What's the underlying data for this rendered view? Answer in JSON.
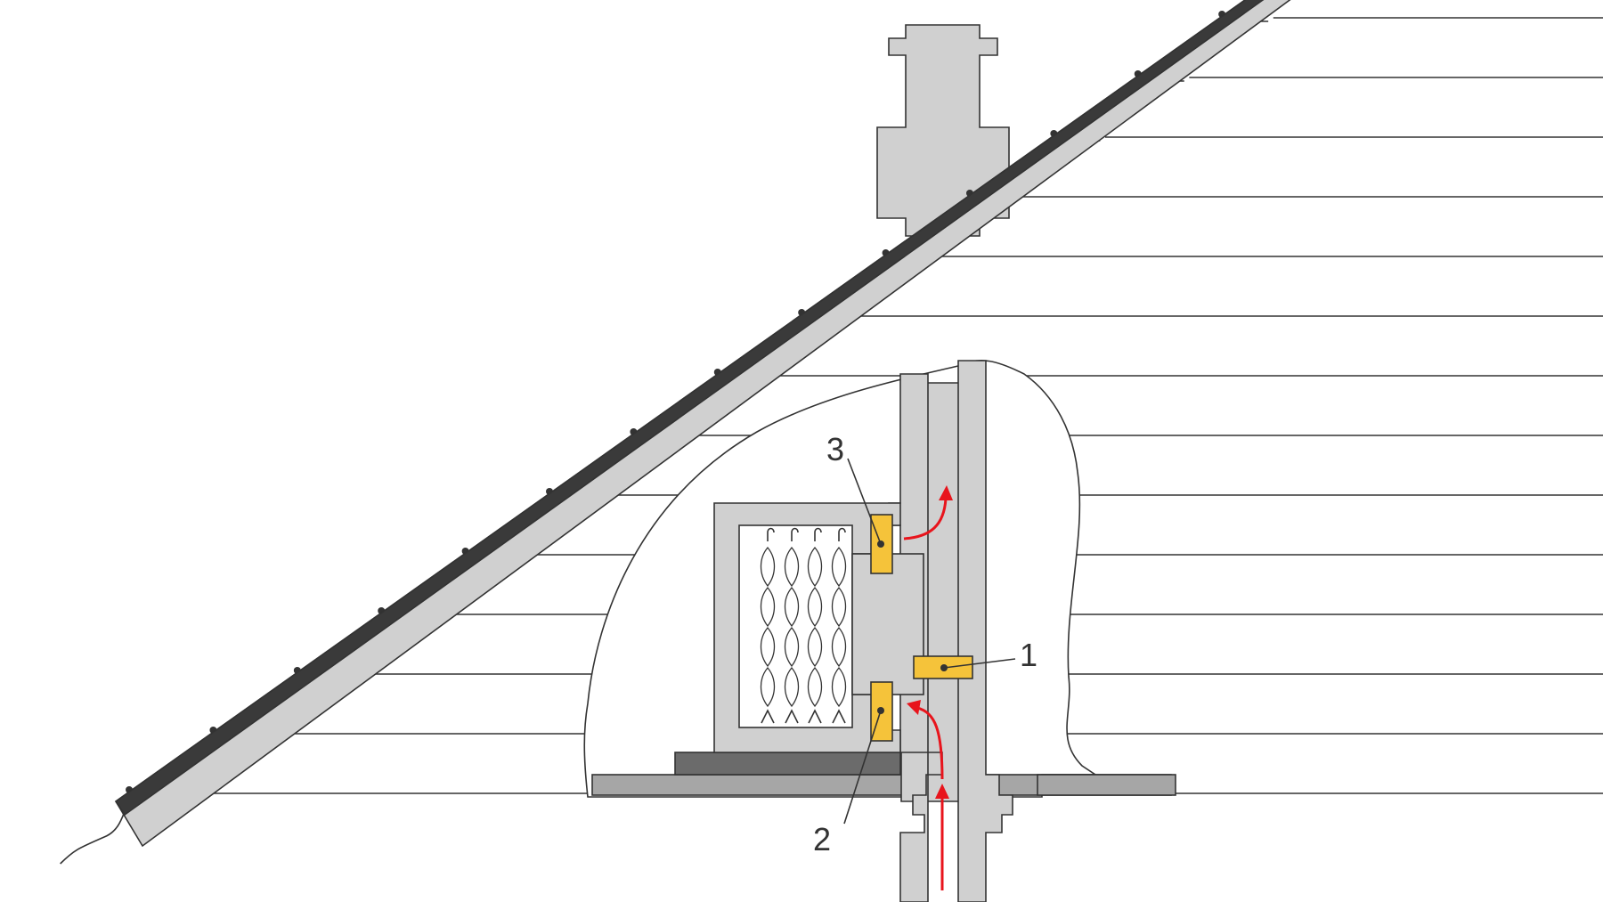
{
  "diagram": {
    "callouts": [
      {
        "id": "1",
        "label": "1",
        "target": "valve-right"
      },
      {
        "id": "2",
        "label": "2",
        "target": "valve-bottom"
      },
      {
        "id": "3",
        "label": "3",
        "target": "valve-top"
      }
    ],
    "colors": {
      "background": "#ffffff",
      "outline": "#333333",
      "light_grey": "#d0d0d0",
      "mid_grey": "#a6a6a6",
      "dark_grey": "#6b6b6b",
      "roof_dark": "#3a3a3a",
      "valve_yellow": "#f5c33a",
      "airflow_red": "#e8141c"
    }
  }
}
